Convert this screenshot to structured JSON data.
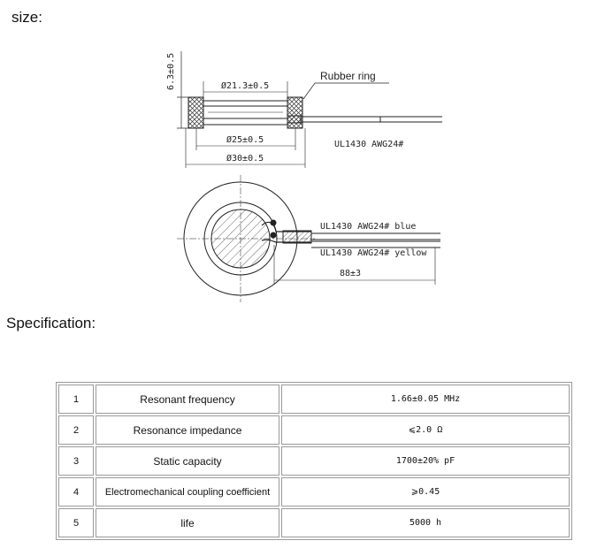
{
  "headings": {
    "size": "size:",
    "specification": "Specification:"
  },
  "drawing": {
    "side_view": {
      "height_dim": "6.3±0.5",
      "inner_dim": "Ø21.3±0.5",
      "middle_dim": "Ø25±0.5",
      "outer_dim": "Ø30±0.5",
      "rubber_ring_label": "Rubber ring",
      "cable_label": "UL1430 AWG24#"
    },
    "top_view": {
      "wire_blue_label": "UL1430 AWG24# blue",
      "wire_yellow_label": "UL1430 AWG24# yellow",
      "length_dim": "88±3"
    }
  },
  "spec_table": {
    "rows": [
      {
        "index": "1",
        "parameter": "Resonant frequency",
        "value": "1.66±0.05 MHz"
      },
      {
        "index": "2",
        "parameter": "Resonance impedance",
        "value": "⩽2.0 Ω"
      },
      {
        "index": "3",
        "parameter": "Static capacity",
        "value": "1700±20% pF"
      },
      {
        "index": "4",
        "parameter": "Electromechanical coupling coefficient",
        "value": "⩾0.45"
      },
      {
        "index": "5",
        "parameter": "life",
        "value": "5000 h"
      }
    ]
  }
}
